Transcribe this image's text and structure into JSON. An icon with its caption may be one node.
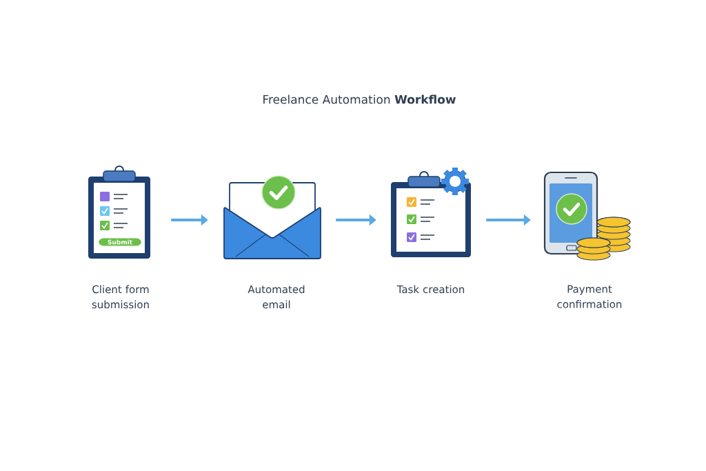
{
  "diagram": {
    "title": "Freelance Automation **Workflow**",
    "nodes": [
      {
        "text": [],
        "shape": "picture",
        "beside": [
          "Client form submission"
        ]
      },
      {
        "text": [],
        "shape": "picture",
        "beside": [
          "Automated email"
        ]
      },
      {
        "text": [],
        "shape": "picture",
        "beside": [
          "Task creation"
        ]
      },
      {
        "text": [],
        "shape": "picture",
        "beside": [
          "Payment confirmation"
        ]
      }
    ],
    "edges": [
      {
        "from": 0,
        "to": 1,
        "arrow": "to"
      },
      {
        "from": 1,
        "to": 2,
        "arrow": "to"
      },
      {
        "from": 2,
        "to": 3,
        "arrow": "to"
      }
    ],
    "labels": [
      "Submit"
    ]
  }
}
